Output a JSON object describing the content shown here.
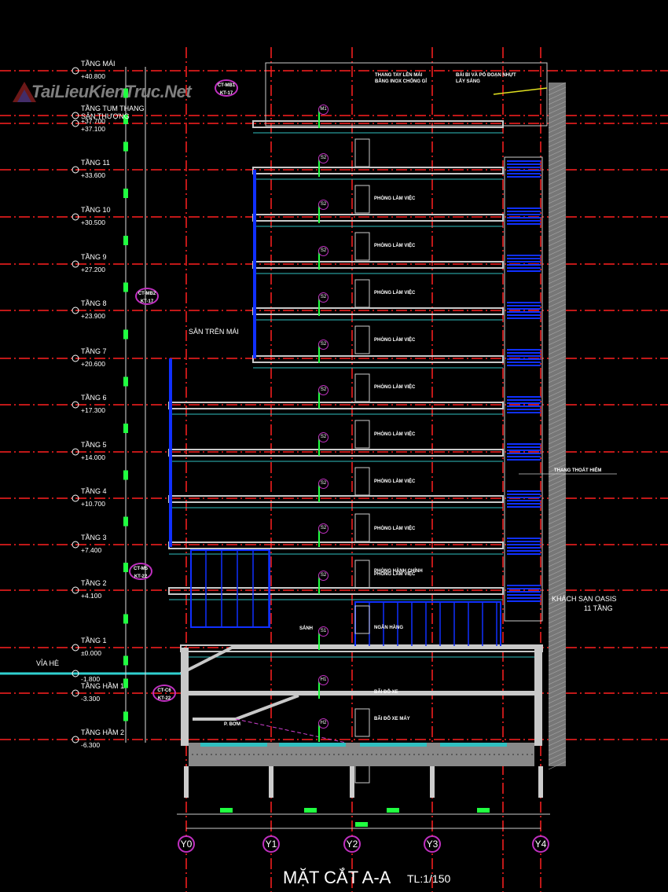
{
  "watermark": "TaiLieuKienTruc.Net",
  "title": "MẶT CẮT A-A",
  "scale": "TL:1/150",
  "levels": [
    {
      "name": "TẦNG MÁI",
      "elevation": "+40.800"
    },
    {
      "name": "TẦNG TUM THANG",
      "elevation": "+37.700"
    },
    {
      "name": "SÂN THƯỢNG",
      "elevation": "+37.100"
    },
    {
      "name": "TẦNG 11",
      "elevation": "+33.600"
    },
    {
      "name": "TẦNG 10",
      "elevation": "+30.500"
    },
    {
      "name": "TẦNG 9",
      "elevation": "+27.200"
    },
    {
      "name": "TẦNG 8",
      "elevation": "+23.900"
    },
    {
      "name": "TẦNG 7",
      "elevation": "+20.600"
    },
    {
      "name": "TẦNG 6",
      "elevation": "+17.300"
    },
    {
      "name": "TẦNG 5",
      "elevation": "+14.000"
    },
    {
      "name": "TẦNG 4",
      "elevation": "+10.700"
    },
    {
      "name": "TẦNG 3",
      "elevation": "+7.400"
    },
    {
      "name": "TẦNG 2",
      "elevation": "+4.100"
    },
    {
      "name": "TẦNG 1",
      "elevation": "±0.000"
    },
    {
      "name": "",
      "elevation": "-1.800"
    },
    {
      "name": "TẦNG HẦM 1",
      "elevation": "-3.300"
    },
    {
      "name": "TẦNG HẦM 2",
      "elevation": "-6.300"
    }
  ],
  "sidewalk_label": "VỈA HÈ",
  "rooms": [
    "PHÒNG LÀM VIỆC",
    "PHÒNG LÀM VIỆC",
    "PHÒNG LÀM VIỆC",
    "PHÒNG LÀM VIỆC",
    "PHÒNG LÀM VIỆC",
    "PHÒNG LÀM VIỆC",
    "PHÒNG LÀM VIỆC",
    "PHÒNG LÀM VIỆC",
    "PHÒNG LÀM VIỆC",
    "PHÒNG HÀNH CHÍNH",
    "NGÂN HÀNG",
    "BÃI ĐỖ XE",
    "BÃI ĐỖ XE MÁY"
  ],
  "lobby": "SẢNH",
  "pump_room": "P. BƠM",
  "roof_terrace": "SÂN TRÊN MÁI",
  "stair_note": "THANG THOÁT HIỂM",
  "neighbor": [
    "KHÁCH SẠN OASIS",
    "11 TẦNG"
  ],
  "roof_notes": [
    "THANG TAY LÊN MÁI",
    "BẰNG INOX CHỐNG GỈ",
    "BÁI BI VÀ PỎ ĐOẠN NHỰT",
    "LẤY SÁNG"
  ],
  "detail_tags": [
    {
      "a": "CT-MB1",
      "b": "KT-17"
    },
    {
      "a": "CT-MB2",
      "b": "KT-17"
    },
    {
      "a": "CT-M5",
      "b": "KT-22"
    },
    {
      "a": "CT-C6",
      "b": "KT-22"
    }
  ],
  "floor_marks": [
    "M1",
    "S2",
    "S2",
    "S2",
    "S2",
    "S2",
    "S2",
    "S2",
    "S2",
    "S2",
    "S2",
    "S1",
    "H1",
    "H2"
  ],
  "axes": [
    "Y0",
    "Y1",
    "Y2",
    "Y3",
    "Y4"
  ],
  "colors": {
    "grid": "#ff2020",
    "dim": "#20ff40",
    "tag": "#c030c0",
    "glass": "#1030ff",
    "wall": "#c8c8c8"
  }
}
